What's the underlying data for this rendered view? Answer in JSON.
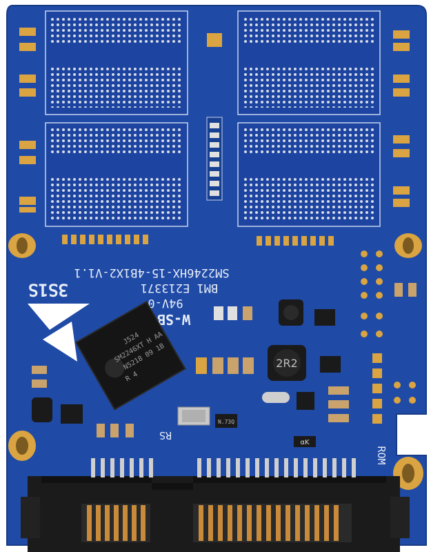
{
  "board": {
    "silkscreen": {
      "model": "SM2246HX-15-4B1X2-V1.1",
      "cert": "BM1 E213371",
      "rating": "94V-0",
      "maker": "W-SB",
      "code": "3S1S",
      "rs": "RS",
      "rom": "ROM",
      "label_ak": "αK"
    },
    "controller": {
      "line1": "J524",
      "line2": "SM2246XT H AA",
      "line3": "N5218 09 1B",
      "line4": "R 4"
    },
    "inductor_mark": "2R2",
    "crystal_mark": "N.73Q",
    "colors": {
      "pcb": "#1f4aa6",
      "pcb_dark": "#173a86",
      "silkscreen": "#e8eef8",
      "gold": "#d9a441",
      "copper": "#c98a3a",
      "connector": "#1b1b1b"
    }
  }
}
